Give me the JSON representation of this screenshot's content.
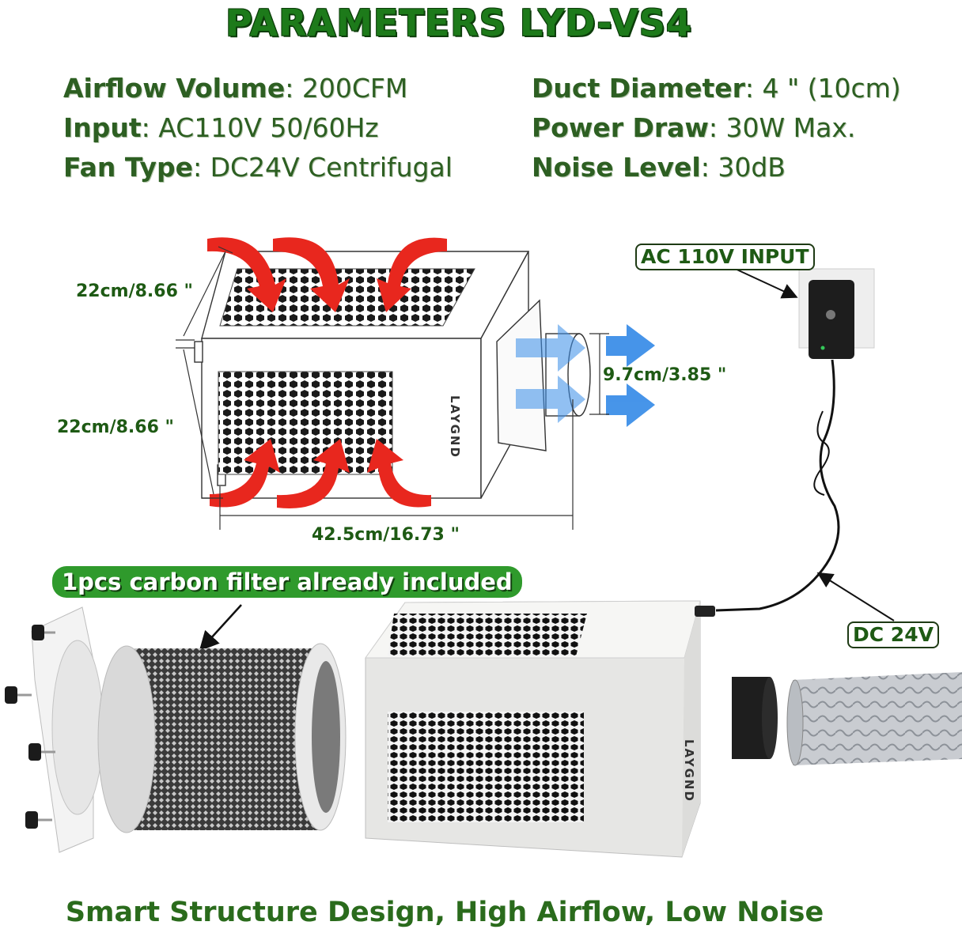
{
  "title": "PARAMETERS  LYD-VS4",
  "specs": {
    "airflow": {
      "key": "Airflow Volume",
      "value": ": 200CFM"
    },
    "input": {
      "key": "Input",
      "value": ": AC110V 50/60Hz"
    },
    "fan_type": {
      "key": "Fan Type",
      "value": ": DC24V Centrifugal"
    },
    "duct": {
      "key": "Duct Diameter",
      "value": ": 4 \" (10cm)"
    },
    "power": {
      "key": "Power Draw",
      "value": ": 30W Max."
    },
    "noise": {
      "key": "Noise Level",
      "value": ": 30dB"
    }
  },
  "dimensions": {
    "depth": "22cm/8.66 \"",
    "height": "22cm/8.66 \"",
    "length": "42.5cm/16.73 \"",
    "outlet": "9.7cm/3.85 \""
  },
  "labels": {
    "ac_input": "AC 110V INPUT",
    "dc": "DC 24V",
    "carbon_filter": "1pcs carbon filter already included"
  },
  "brand": "LAYGND",
  "footer": "Smart Structure Design, High Airflow, Low Noise",
  "colors": {
    "title_green": "#1d7a1a",
    "text_green": "#2d5f22",
    "pill_green": "#2f9a2c",
    "arrow_red": "#e8271e",
    "arrow_blue": "#3d8fe8"
  }
}
